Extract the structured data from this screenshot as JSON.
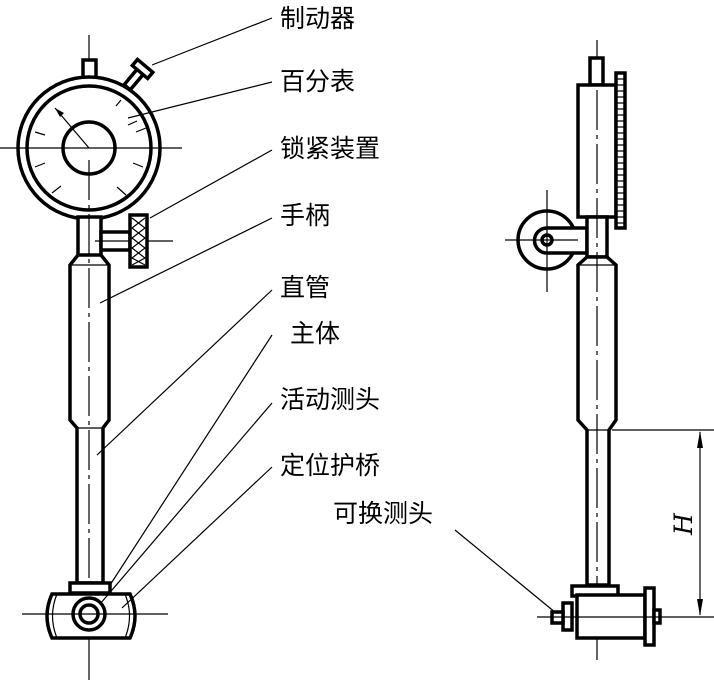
{
  "title": "内径百分表结构示意图",
  "labels": {
    "brake": "制动器",
    "dial_indicator": "百分表",
    "locking_device": "锁紧装置",
    "handle": "手柄",
    "straight_tube": "直管",
    "main_body": "主体",
    "movable_probe": "活动测头",
    "positioning_bridge": "定位护桥",
    "replaceable_probe": "可换测头",
    "dimension_h": "H"
  }
}
